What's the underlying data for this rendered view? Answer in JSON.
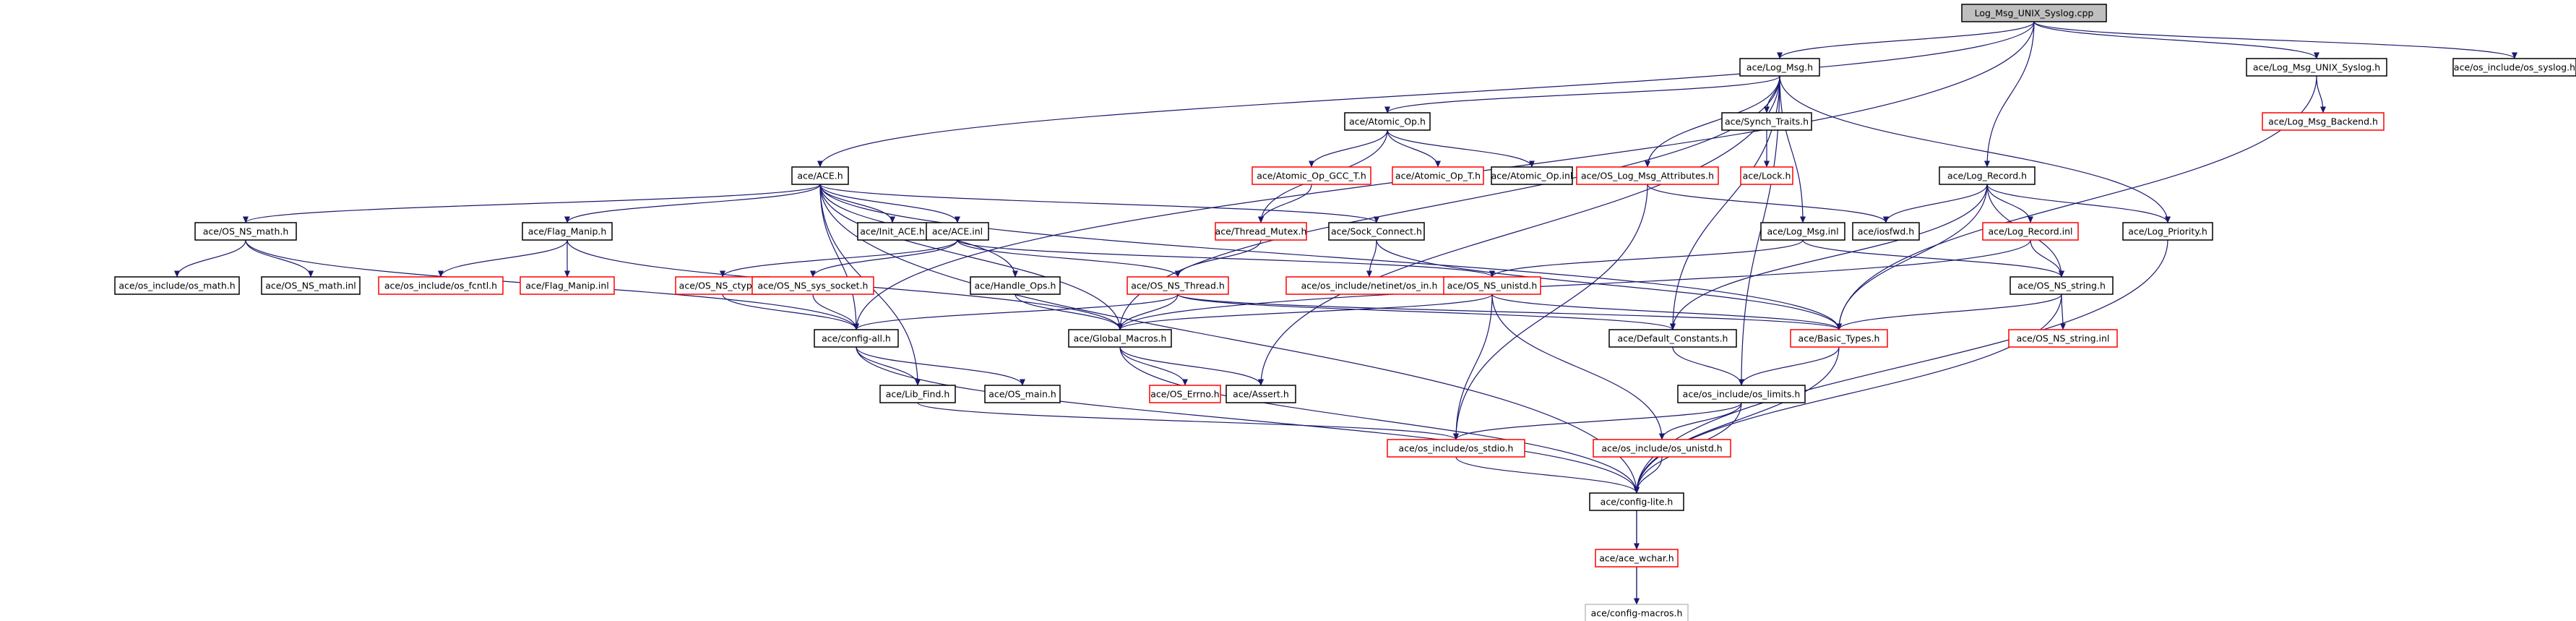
{
  "colors": {
    "edge": "#191970",
    "border_normal": "#000000",
    "border_missing": "#ff0000",
    "border_external": "#bfbfbf",
    "root_fill": "#bfbfbf"
  },
  "nodes": [
    {
      "id": "root",
      "label": "Log_Msg_UNIX_Syslog.cpp",
      "kind": "root"
    },
    {
      "id": "logmsg",
      "label": "ace/Log_Msg.h",
      "kind": "normal"
    },
    {
      "id": "unixsyslog",
      "label": "ace/Log_Msg_UNIX_Syslog.h",
      "kind": "normal"
    },
    {
      "id": "ossyslog",
      "label": "ace/os_include/os_syslog.h",
      "kind": "normal"
    },
    {
      "id": "backend",
      "label": "ace/Log_Msg_Backend.h",
      "kind": "missing"
    },
    {
      "id": "atomic",
      "label": "ace/Atomic_Op.h",
      "kind": "normal"
    },
    {
      "id": "synch",
      "label": "ace/Synch_Traits.h",
      "kind": "normal"
    },
    {
      "id": "ace_h",
      "label": "ace/ACE.h",
      "kind": "normal"
    },
    {
      "id": "gcc_t",
      "label": "ace/Atomic_Op_GCC_T.h",
      "kind": "missing"
    },
    {
      "id": "atomic_t",
      "label": "ace/Atomic_Op_T.h",
      "kind": "missing"
    },
    {
      "id": "atomic_inl",
      "label": "ace/Atomic_Op.inl",
      "kind": "normal"
    },
    {
      "id": "msgattr",
      "label": "ace/OS_Log_Msg_Attributes.h",
      "kind": "missing"
    },
    {
      "id": "lock",
      "label": "ace/Lock.h",
      "kind": "missing"
    },
    {
      "id": "logrecord",
      "label": "ace/Log_Record.h",
      "kind": "normal"
    },
    {
      "id": "osmath",
      "label": "ace/OS_NS_math.h",
      "kind": "normal"
    },
    {
      "id": "initace",
      "label": "ace/Init_ACE.h",
      "kind": "normal"
    },
    {
      "id": "aceinl",
      "label": "ace/ACE.inl",
      "kind": "normal"
    },
    {
      "id": "sockconn",
      "label": "ace/Sock_Connect.h",
      "kind": "normal"
    },
    {
      "id": "thrmutex",
      "label": "ace/Thread_Mutex.h",
      "kind": "missing"
    },
    {
      "id": "flagmanip",
      "label": "ace/Flag_Manip.h",
      "kind": "normal"
    },
    {
      "id": "logmsginl",
      "label": "ace/Log_Msg.inl",
      "kind": "normal"
    },
    {
      "id": "iosfwd",
      "label": "ace/iosfwd.h",
      "kind": "normal"
    },
    {
      "id": "logrecinl",
      "label": "ace/Log_Record.inl",
      "kind": "missing"
    },
    {
      "id": "logprio",
      "label": "ace/Log_Priority.h",
      "kind": "normal"
    },
    {
      "id": "osinclmath",
      "label": "ace/os_include/os_math.h",
      "kind": "normal"
    },
    {
      "id": "osmathinl",
      "label": "ace/OS_NS_math.inl",
      "kind": "normal"
    },
    {
      "id": "fcntl",
      "label": "ace/os_include/os_fcntl.h",
      "kind": "missing"
    },
    {
      "id": "flaginl",
      "label": "ace/Flag_Manip.inl",
      "kind": "missing"
    },
    {
      "id": "ctype",
      "label": "ace/OS_NS_ctype.h",
      "kind": "missing"
    },
    {
      "id": "syssock",
      "label": "ace/OS_NS_sys_socket.h",
      "kind": "missing"
    },
    {
      "id": "handleops",
      "label": "ace/Handle_Ops.h",
      "kind": "normal"
    },
    {
      "id": "osthread",
      "label": "ace/OS_NS_Thread.h",
      "kind": "missing"
    },
    {
      "id": "netin",
      "label": "ace/os_include/netinet/os_in.h",
      "kind": "missing"
    },
    {
      "id": "unistd",
      "label": "ace/OS_NS_unistd.h",
      "kind": "missing"
    },
    {
      "id": "osstring",
      "label": "ace/OS_NS_string.h",
      "kind": "normal"
    },
    {
      "id": "configall",
      "label": "ace/config-all.h",
      "kind": "normal"
    },
    {
      "id": "globalmacros",
      "label": "ace/Global_Macros.h",
      "kind": "normal"
    },
    {
      "id": "defconst",
      "label": "ace/Default_Constants.h",
      "kind": "normal"
    },
    {
      "id": "basictypes",
      "label": "ace/Basic_Types.h",
      "kind": "missing"
    },
    {
      "id": "osstringinl",
      "label": "ace/OS_NS_string.inl",
      "kind": "missing"
    },
    {
      "id": "libfind",
      "label": "ace/Lib_Find.h",
      "kind": "normal"
    },
    {
      "id": "osmain",
      "label": "ace/OS_main.h",
      "kind": "normal"
    },
    {
      "id": "oserrno",
      "label": "ace/OS_Errno.h",
      "kind": "missing"
    },
    {
      "id": "assert",
      "label": "ace/Assert.h",
      "kind": "normal"
    },
    {
      "id": "oslimits",
      "label": "ace/os_include/os_limits.h",
      "kind": "normal"
    },
    {
      "id": "osstdio",
      "label": "ace/os_include/os_stdio.h",
      "kind": "missing"
    },
    {
      "id": "osunistdh",
      "label": "ace/os_include/os_unistd.h",
      "kind": "missing"
    },
    {
      "id": "configlite",
      "label": "ace/config-lite.h",
      "kind": "normal"
    },
    {
      "id": "wchar",
      "label": "ace/ace_wchar.h",
      "kind": "missing"
    },
    {
      "id": "configmacros",
      "label": "ace/config-macros.h",
      "kind": "external"
    }
  ],
  "edges": [
    [
      "root",
      "logmsg"
    ],
    [
      "root",
      "unixsyslog"
    ],
    [
      "root",
      "ossyslog"
    ],
    [
      "root",
      "ace_h"
    ],
    [
      "root",
      "logrecord"
    ],
    [
      "root",
      "configall"
    ],
    [
      "logmsg",
      "atomic"
    ],
    [
      "logmsg",
      "synch"
    ],
    [
      "logmsg",
      "msgattr"
    ],
    [
      "logmsg",
      "logmsginl"
    ],
    [
      "logmsg",
      "logprio"
    ],
    [
      "logmsg",
      "globalmacros"
    ],
    [
      "logmsg",
      "defconst"
    ],
    [
      "logmsg",
      "assert"
    ],
    [
      "logmsg",
      "oslimits"
    ],
    [
      "unixsyslog",
      "backend"
    ],
    [
      "unixsyslog",
      "basictypes"
    ],
    [
      "atomic",
      "gcc_t"
    ],
    [
      "atomic",
      "atomic_t"
    ],
    [
      "atomic",
      "atomic_inl"
    ],
    [
      "atomic",
      "thrmutex"
    ],
    [
      "synch",
      "lock"
    ],
    [
      "ace_h",
      "osmath"
    ],
    [
      "ace_h",
      "initace"
    ],
    [
      "ace_h",
      "aceinl"
    ],
    [
      "ace_h",
      "sockconn"
    ],
    [
      "ace_h",
      "flagmanip"
    ],
    [
      "ace_h",
      "handleops"
    ],
    [
      "ace_h",
      "libfind"
    ],
    [
      "ace_h",
      "basictypes"
    ],
    [
      "ace_h",
      "configlite"
    ],
    [
      "ace_h",
      "globalmacros"
    ],
    [
      "ace_h",
      "configall"
    ],
    [
      "gcc_t",
      "thrmutex"
    ],
    [
      "thrmutex",
      "osthread"
    ],
    [
      "msgattr",
      "iosfwd"
    ],
    [
      "msgattr",
      "osstdio"
    ],
    [
      "logrecord",
      "iosfwd"
    ],
    [
      "logrecord",
      "logrecinl"
    ],
    [
      "logrecord",
      "logprio"
    ],
    [
      "logrecord",
      "defconst"
    ],
    [
      "logrecord",
      "basictypes"
    ],
    [
      "logrecord",
      "osstring"
    ],
    [
      "logmsginl",
      "unistd"
    ],
    [
      "logmsginl",
      "osstring"
    ],
    [
      "logrecinl",
      "osstring"
    ],
    [
      "logrecinl",
      "globalmacros"
    ],
    [
      "logprio",
      "configlite"
    ],
    [
      "osmath",
      "osinclmath"
    ],
    [
      "osmath",
      "osmathinl"
    ],
    [
      "osmath",
      "configall"
    ],
    [
      "flagmanip",
      "fcntl"
    ],
    [
      "flagmanip",
      "flaginl"
    ],
    [
      "flagmanip",
      "globalmacros"
    ],
    [
      "aceinl",
      "ctype"
    ],
    [
      "aceinl",
      "syssock"
    ],
    [
      "aceinl",
      "osthread"
    ],
    [
      "aceinl",
      "unistd"
    ],
    [
      "ctype",
      "configall"
    ],
    [
      "syssock",
      "configall"
    ],
    [
      "handleops",
      "globalmacros"
    ],
    [
      "sockconn",
      "netin"
    ],
    [
      "sockconn",
      "basictypes"
    ],
    [
      "osthread",
      "globalmacros"
    ],
    [
      "osthread",
      "configall"
    ],
    [
      "osthread",
      "defconst"
    ],
    [
      "osthread",
      "basictypes"
    ],
    [
      "unistd",
      "osstdio"
    ],
    [
      "unistd",
      "osunistdh"
    ],
    [
      "unistd",
      "basictypes"
    ],
    [
      "unistd",
      "globalmacros"
    ],
    [
      "osstring",
      "basictypes"
    ],
    [
      "osstring",
      "osstringinl"
    ],
    [
      "osstring",
      "configlite"
    ],
    [
      "configall",
      "libfind"
    ],
    [
      "configall",
      "osmain"
    ],
    [
      "configall",
      "configlite"
    ],
    [
      "globalmacros",
      "oserrno"
    ],
    [
      "globalmacros",
      "assert"
    ],
    [
      "globalmacros",
      "configlite"
    ],
    [
      "defconst",
      "oslimits"
    ],
    [
      "basictypes",
      "oslimits"
    ],
    [
      "basictypes",
      "configlite"
    ],
    [
      "libfind",
      "osstdio"
    ],
    [
      "oslimits",
      "osstdio"
    ],
    [
      "oslimits",
      "osunistdh"
    ],
    [
      "oslimits",
      "configlite"
    ],
    [
      "osstdio",
      "configlite"
    ],
    [
      "osunistdh",
      "configlite"
    ],
    [
      "configlite",
      "wchar"
    ],
    [
      "configlite",
      "configmacros"
    ],
    [
      "wchar",
      "configmacros"
    ]
  ]
}
